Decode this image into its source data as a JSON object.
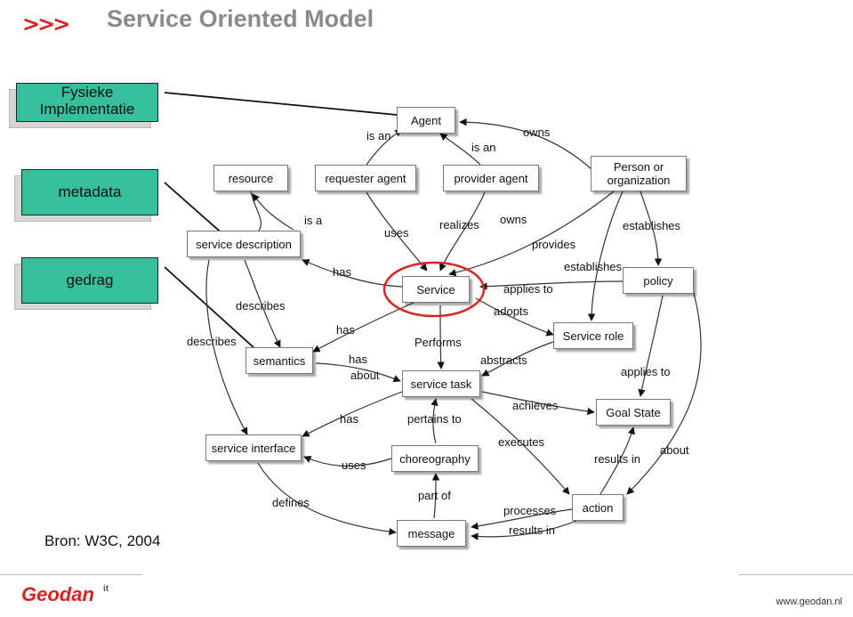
{
  "header": {
    "title": "Service Oriented Model",
    "arrows": ">>>"
  },
  "legend": {
    "fysiek_line1": "Fysieke",
    "fysiek_line2": "Implementatie",
    "metadata": "metadata",
    "gedrag": "gedrag"
  },
  "nodes": {
    "agent": "Agent",
    "resource": "resource",
    "requester_agent": "requester agent",
    "provider_agent": "provider agent",
    "person_line1": "Person or",
    "person_line2": "organization",
    "service_description": "service description",
    "service": "Service",
    "policy": "policy",
    "service_role": "Service role",
    "semantics": "semantics",
    "service_task": "service task",
    "goal_state": "Goal State",
    "service_interface": "service interface",
    "choreography": "choreography",
    "action": "action",
    "message": "message"
  },
  "edge_labels": {
    "is_an_1": "is an",
    "is_an_2": "is an",
    "owns_1": "owns",
    "is_a": "is a",
    "uses_1": "uses",
    "realizes": "realizes",
    "owns_2": "owns",
    "provides": "provides",
    "establishes_1": "establishes",
    "has_1": "has",
    "establishes_2": "establishes",
    "applies_to_1": "applies to",
    "describes_1": "describes",
    "adopts": "adopts",
    "describes_2": "describes",
    "has_2": "has",
    "performs": "Performs",
    "has_3": "has",
    "abstracts": "abstracts",
    "about_1": "about",
    "applies_to_2": "applies to",
    "has_4": "has",
    "pertains_to": "pertains to",
    "achieves": "achieves",
    "executes": "executes",
    "uses_2": "uses",
    "results_in_1": "results in",
    "about_2": "about",
    "part_of": "part of",
    "defines": "defines",
    "processes": "processes",
    "results_in_2": "results in"
  },
  "footer": {
    "source": "Bron: W3C, 2004",
    "logo": "Geodan",
    "logo_suffix": "it",
    "url": "www.geodan.nl"
  },
  "colors": {
    "legend_fill": "#35bf9a",
    "accent_red": "#d9231f",
    "title_gray": "#8a8a8a"
  }
}
